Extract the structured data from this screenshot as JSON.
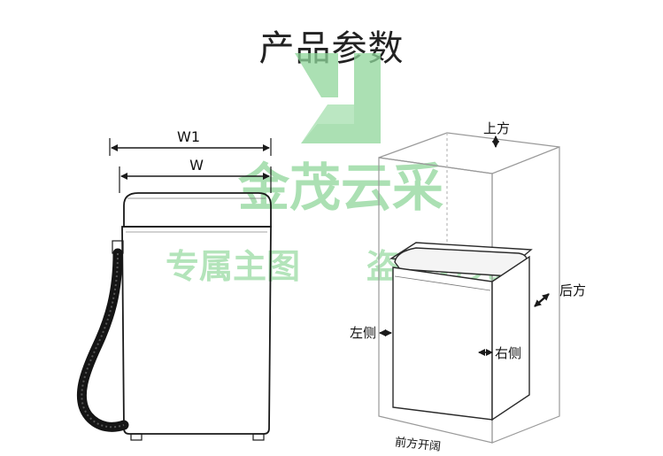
{
  "title": "产品参数",
  "watermark": {
    "brand": "金茂云采",
    "left_text": "专属主图",
    "right_text": "盗图必究",
    "color": "#8fd69a"
  },
  "left_diagram": {
    "width_outer_label": "W1",
    "width_inner_label": "W"
  },
  "right_diagram": {
    "top_label": "上方",
    "back_label": "后方",
    "left_label": "左侧",
    "right_label": "右侧",
    "front_label": "前方开阔"
  },
  "colors": {
    "line": "#1a1a1a",
    "clearance_line": "#9a9a9a",
    "hose": "#151515"
  }
}
